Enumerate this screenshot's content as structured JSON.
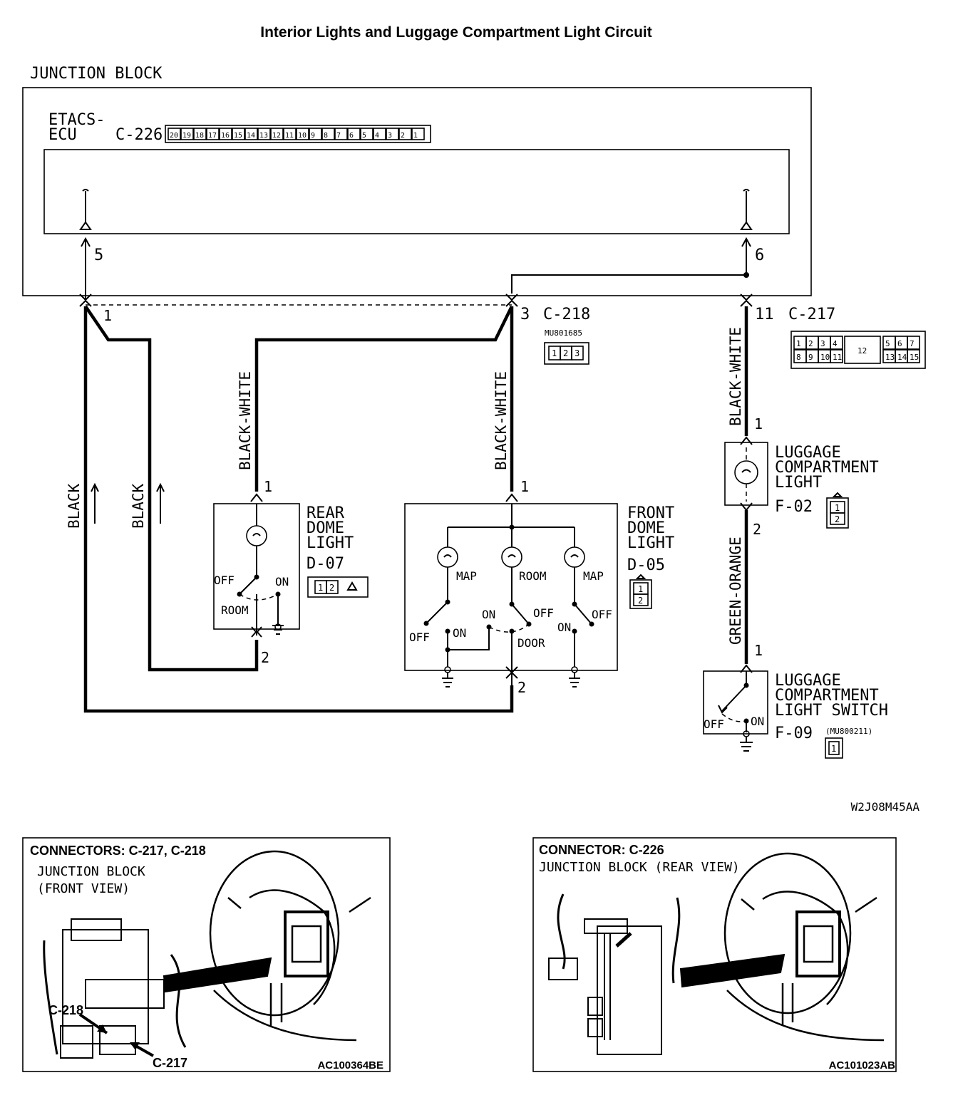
{
  "title": "Interior Lights and Luggage Compartment Light Circuit",
  "junction_block": {
    "label": "JUNCTION BLOCK",
    "ecu_label_1": "ETACS-",
    "ecu_label_2": "ECU",
    "connector_c226": "C-226",
    "c226_pins": [
      "20",
      "19",
      "18",
      "17",
      "16",
      "15",
      "14",
      "13",
      "12",
      "11",
      "10",
      "9",
      "8",
      "7",
      "6",
      "5",
      "4",
      "3",
      "2",
      "1"
    ],
    "pin_5": "5",
    "pin_6": "6"
  },
  "c218": {
    "label": "C-218",
    "part_no": "MU801685",
    "pin_1": "1",
    "pin_3": "3",
    "pins": [
      "1",
      "2",
      "3"
    ]
  },
  "c217": {
    "label": "C-217",
    "pin_11": "11",
    "pins_top": [
      "1",
      "2",
      "3",
      "4",
      "5",
      "6",
      "7"
    ],
    "pins_bottom": [
      "8",
      "9",
      "10",
      "11",
      "13",
      "14",
      "15"
    ],
    "pin_center": "12"
  },
  "wires": {
    "black_1": "BLACK",
    "black_2": "BLACK",
    "bw_rear": "BLACK-WHITE",
    "bw_front": "BLACK-WHITE",
    "bw_luggage": "BLACK-WHITE",
    "green_orange": "GREEN-ORANGE"
  },
  "rear_dome": {
    "name_1": "REAR",
    "name_2": "DOME",
    "name_3": "LIGHT",
    "connector": "D-07",
    "pin_1": "1",
    "pin_2": "2",
    "off": "OFF",
    "on": "ON",
    "room": "ROOM",
    "pins": [
      "1",
      "2"
    ]
  },
  "front_dome": {
    "name_1": "FRONT",
    "name_2": "DOME",
    "name_3": "LIGHT",
    "connector": "D-05",
    "pin_1": "1",
    "pin_2": "2",
    "map_left": "MAP",
    "room": "ROOM",
    "map_right": "MAP",
    "off_left": "OFF",
    "on_left": "ON",
    "on_center": "ON",
    "off_center": "OFF",
    "door": "DOOR",
    "on_right": "ON",
    "off_right": "OFF",
    "pins": [
      "1",
      "2"
    ]
  },
  "luggage_light": {
    "name_1": "LUGGAGE",
    "name_2": "COMPARTMENT",
    "name_3": "LIGHT",
    "connector": "F-02",
    "pin_1": "1",
    "pin_2": "2",
    "pins": [
      "1",
      "2"
    ]
  },
  "luggage_switch": {
    "name_1": "LUGGAGE",
    "name_2": "COMPARTMENT",
    "name_3": "LIGHT SWITCH",
    "connector": "F-09",
    "part_no": "(MU800211)",
    "pin_1": "1",
    "off": "OFF",
    "on": "ON",
    "pins": [
      "1"
    ]
  },
  "figure_code": "W2J08M45AA",
  "inset_left": {
    "heading": "CONNECTORS: C-217, C-218",
    "line_1": "JUNCTION BLOCK",
    "line_2": "(FRONT VIEW)",
    "callout_c218": "C-218",
    "callout_c217": "C-217",
    "code": "AC100364BE"
  },
  "inset_right": {
    "heading": "CONNECTOR: C-226",
    "line_1": "JUNCTION BLOCK (REAR VIEW)",
    "code": "AC101023AB"
  }
}
